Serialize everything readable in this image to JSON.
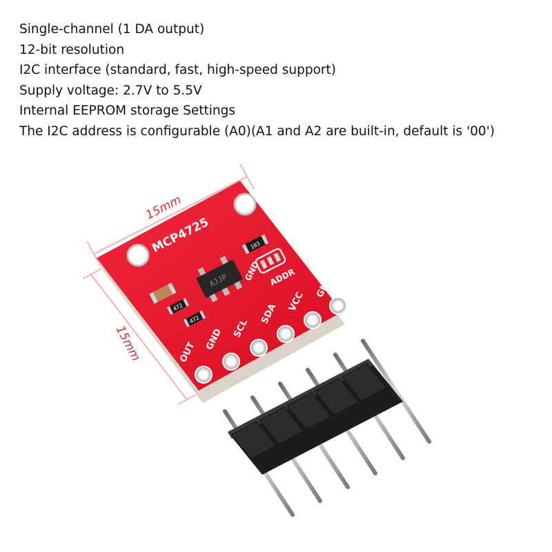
{
  "specs": [
    "Single-channel (1 DA output)",
    "12-bit resolution",
    "I2C interface (standard, fast, high-speed support)",
    "Supply voltage: 2.7V to 5.5V",
    "Internal EEPROM storage Settings",
    "The I2C address is configurable (A0)(A1 and A2 are built-in, default is '00')"
  ],
  "dimensions": {
    "width": "15mm",
    "height": "15mm"
  },
  "board": {
    "name": "MCP4725",
    "chip_marking": "AJJP",
    "pins": [
      "OUT",
      "GND",
      "SCL",
      "SDA",
      "VCC",
      "GND"
    ],
    "addr_label": "ADDR",
    "resistor_r1": "472",
    "resistor_r2": "472",
    "component_u1": "103"
  },
  "colors": {
    "pcb": "#e8142a",
    "dimension_line": "#f4a0a8",
    "pin_black": "#222222",
    "pin_metal": "#9a9a9a"
  }
}
